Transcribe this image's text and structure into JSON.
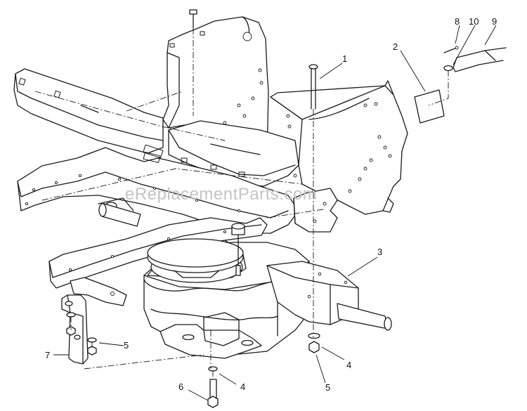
{
  "watermark": "eReplacementParts.com",
  "callouts": [
    {
      "id": "c1",
      "label": "1"
    },
    {
      "id": "c2",
      "label": "2"
    },
    {
      "id": "c3",
      "label": "3"
    },
    {
      "id": "c4a",
      "label": "4"
    },
    {
      "id": "c4b",
      "label": "4"
    },
    {
      "id": "c5a",
      "label": "5"
    },
    {
      "id": "c5b",
      "label": "5"
    },
    {
      "id": "c6",
      "label": "6"
    },
    {
      "id": "c7",
      "label": "7"
    },
    {
      "id": "c8",
      "label": "8"
    },
    {
      "id": "c9",
      "label": "9"
    },
    {
      "id": "c10",
      "label": "10"
    }
  ]
}
